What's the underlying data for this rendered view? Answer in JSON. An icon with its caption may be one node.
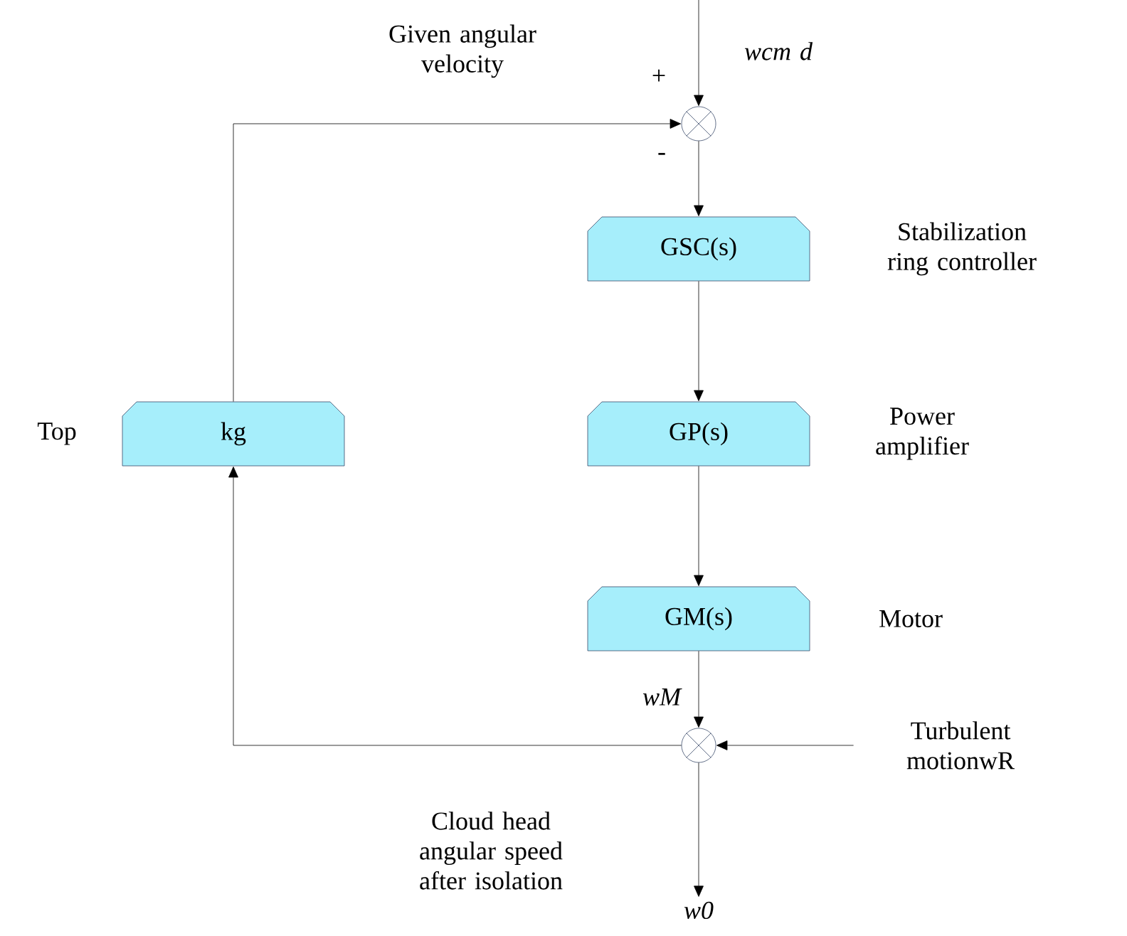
{
  "diagram": {
    "nodes": [
      {
        "text": [],
        "shape": "circle"
      },
      {
        "text": [
          "GSC(s)"
        ],
        "beside": [
          "Stabilization ring controller"
        ]
      },
      {
        "text": [
          "GP(s)"
        ],
        "beside": [
          "Power amplifier"
        ]
      },
      {
        "text": [
          "GM(s)"
        ],
        "beside": [
          "Motor"
        ]
      },
      {
        "text": [],
        "shape": "circle"
      },
      {
        "text": [
          "kg"
        ],
        "beside": [
          "Top"
        ]
      },
      {
        "text": [
          "w0"
        ]
      },
      {
        "text": [
          "Turbulent motionwR"
        ]
      }
    ],
    "edges": [
      {
        "from": null,
        "to": 0,
        "arrow": "to"
      },
      {
        "from": 0,
        "to": 1,
        "arrow": "to"
      },
      {
        "from": 1,
        "to": 2,
        "arrow": "to"
      },
      {
        "from": 2,
        "to": 3,
        "arrow": "to"
      },
      {
        "from": 3,
        "to": 4,
        "arrow": "to",
        "label": "wM"
      },
      {
        "from": 4,
        "to": 6,
        "arrow": "to"
      },
      {
        "from": 7,
        "to": 4,
        "arrow": "to"
      },
      {
        "from": 4,
        "to": 5,
        "arrow": "to"
      },
      {
        "from": 5,
        "to": 0,
        "arrow": "to"
      }
    ],
    "labels": [
      "Given angular velocity",
      "wcm d",
      "+",
      "-",
      "Cloud head angular speed after isolation"
    ]
  }
}
